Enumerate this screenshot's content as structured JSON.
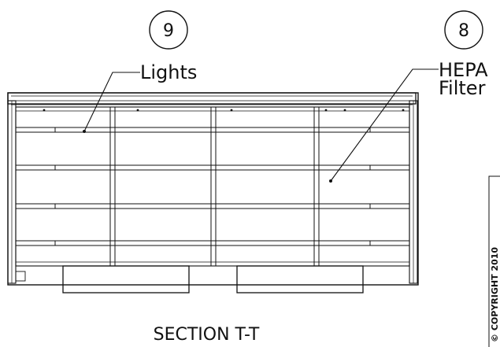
{
  "callouts": [
    {
      "number": "9",
      "label": "Lights"
    },
    {
      "number": "8",
      "label_line1": "HEPA",
      "label_line2": "Filter"
    }
  ],
  "section_title": "SECTION T-T",
  "copyright": "© COPYRIGHT 2010",
  "line_color": "#111111"
}
